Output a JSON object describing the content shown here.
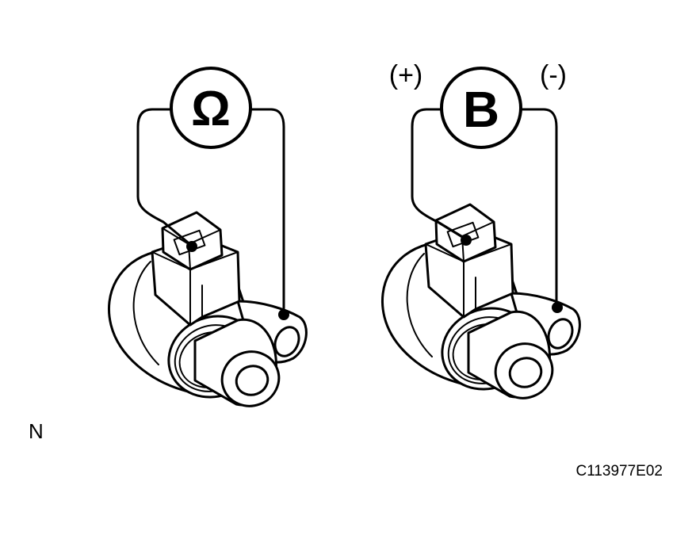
{
  "ohmmeter": {
    "symbol": "Ω",
    "icon": "ohmmeter-icon"
  },
  "battery": {
    "symbol": "B",
    "positive_label": "(+)",
    "negative_label": "(-)",
    "icon": "battery-icon"
  },
  "position_label": "N",
  "figure_code": "C113977E02",
  "colors": {
    "line": "#000000",
    "background": "#ffffff"
  }
}
